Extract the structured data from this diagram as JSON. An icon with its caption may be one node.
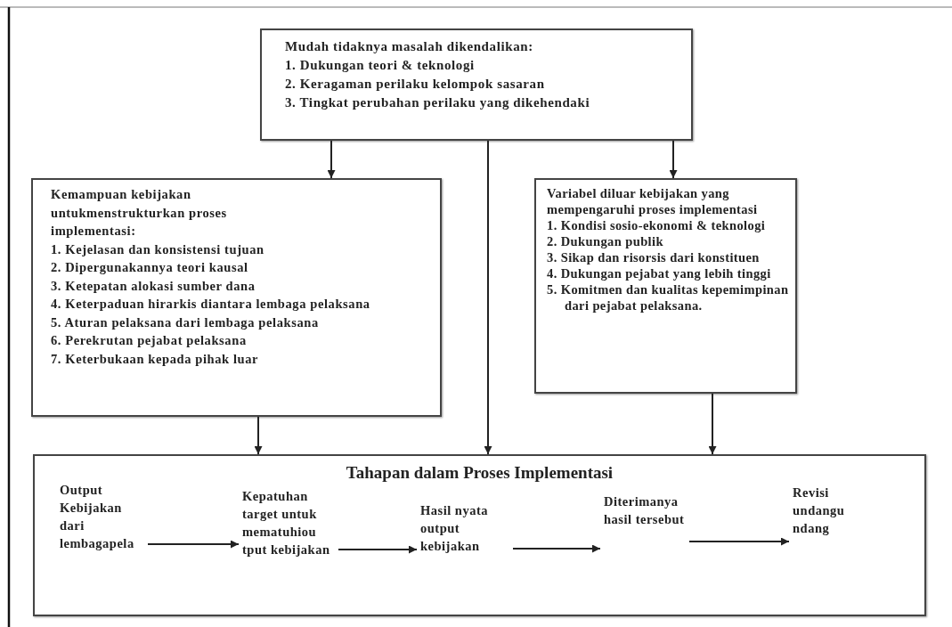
{
  "diagram": {
    "nodes": [
      {
        "text": [
          "Mudah tidaknya masalah dikendalikan:",
          "1. Dukungan teori & teknologi",
          "2. Keragaman perilaku kelompok sasaran",
          "3. Tingkat perubahan perilaku yang dikehendaki"
        ]
      },
      {
        "text": [
          "Kemampuan kebijakan untukmenstrukturkan proses implementasi:",
          "1. Kejelasan dan konsistensi tujuan",
          "2. Dipergunakannya teori kausal",
          "3. Ketepatan alokasi sumber dana",
          "4. Keterpaduan hirarkis diantara lembaga pelaksana",
          "5. Aturan pelaksana dari lembaga pelaksana",
          "6. Perekrutan pejabat pelaksana",
          "7. Keterbukaan kepada pihak luar"
        ]
      },
      {
        "text": [
          "Variabel diluar kebijakan yang mempengaruhi proses implementasi",
          "1. Kondisi sosio-ekonomi & teknologi",
          "2. Dukungan publik",
          "3. Sikap dan risorsis dari konstituen",
          "4. Dukungan pejabat yang lebih tinggi",
          "5. Komitmen dan kualitas kepemimpinan dari pejabat pelaksana."
        ]
      },
      {
        "text": [
          "Tahapan dalam Proses Implementasi"
        ]
      },
      {
        "text": [
          "Output Kebijakan dari lembagapela"
        ],
        "in": 3
      },
      {
        "text": [
          "Kepatuhan target untuk mematuhiou tput kebijakan"
        ],
        "in": 3
      },
      {
        "text": [
          "Hasil nyata output kebijakan"
        ],
        "in": 3
      },
      {
        "text": [
          "Diterimanya hasil tersebut"
        ],
        "in": 3
      },
      {
        "text": [
          "Revisi undangu ndang"
        ],
        "in": 3
      }
    ],
    "edges": [
      {
        "from": 0,
        "to": 1,
        "arrow": "to"
      },
      {
        "from": 0,
        "to": 3,
        "arrow": "to"
      },
      {
        "from": 0,
        "to": 2,
        "arrow": "to"
      },
      {
        "from": 1,
        "to": 3,
        "arrow": "to"
      },
      {
        "from": 2,
        "to": 3,
        "arrow": "to"
      },
      {
        "from": 4,
        "to": 5,
        "arrow": "to"
      },
      {
        "from": 5,
        "to": 6,
        "arrow": "to"
      },
      {
        "from": 6,
        "to": 7,
        "arrow": "to"
      },
      {
        "from": 7,
        "to": 8,
        "arrow": "to"
      }
    ]
  }
}
